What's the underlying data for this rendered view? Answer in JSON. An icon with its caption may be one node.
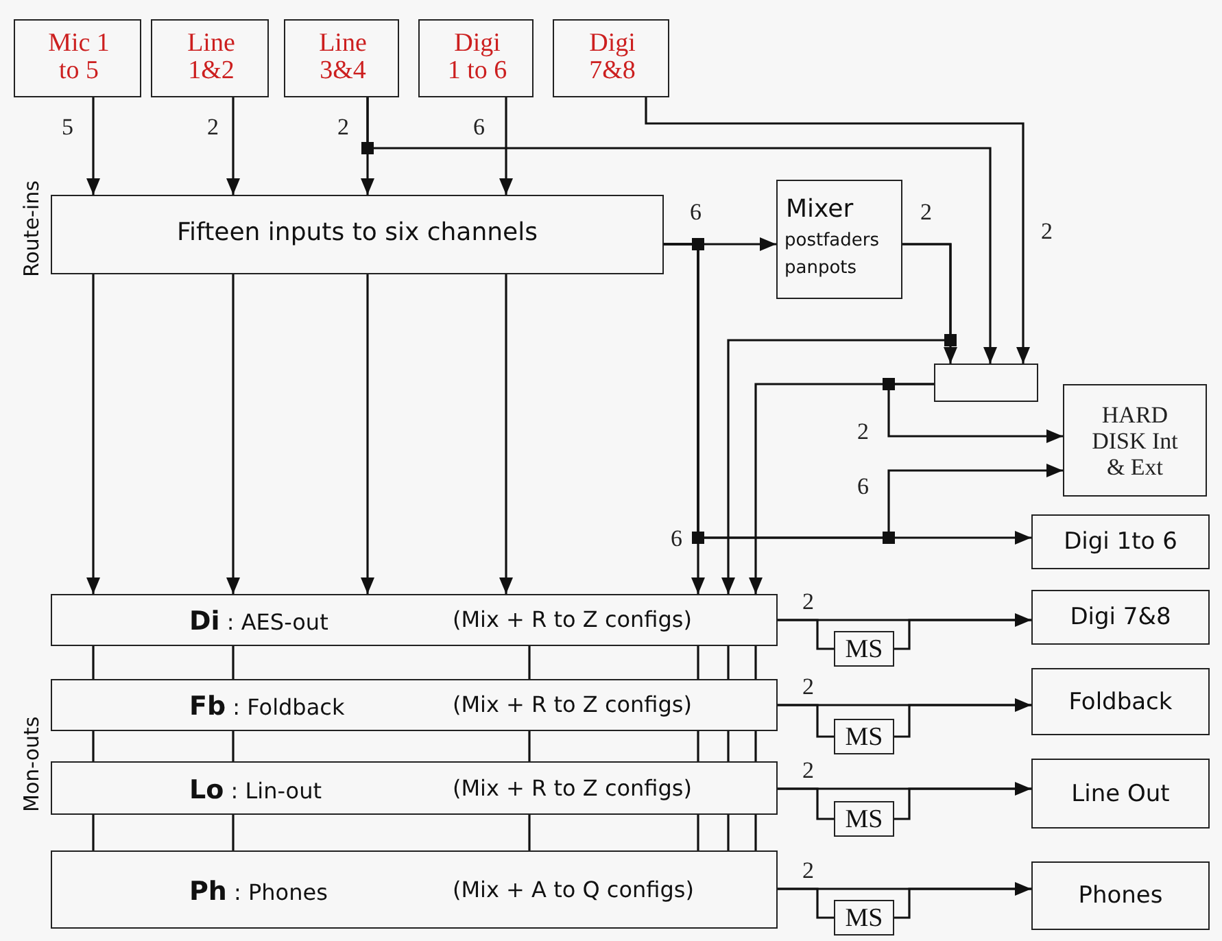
{
  "diagram": {
    "nodes": [
      {
        "text": [
          "Mic 1 to 5"
        ]
      },
      {
        "text": [
          "Line 1&2"
        ]
      },
      {
        "text": [
          "Line 3&4"
        ]
      },
      {
        "text": [
          "Digi 1 to 6"
        ]
      },
      {
        "text": [
          "Digi 7&8"
        ]
      },
      {
        "text": [
          "Fifteen inputs to six channels"
        ]
      },
      {
        "text": [
          "Mixer",
          "postfaders panpots"
        ]
      },
      {
        "text": [],
        "shape": "box"
      },
      {
        "text": [
          "HARD DISK Int & Ext"
        ]
      },
      {
        "text": [
          "Digi 1to 6"
        ]
      },
      {
        "text": [
          "**Di** : AES-out",
          "(Mix + R to Z configs)"
        ]
      },
      {
        "text": [
          "**Fb** : Foldback",
          "(Mix + R to Z configs)"
        ]
      },
      {
        "text": [
          "**Lo** : Lin-out",
          "(Mix + R to Z configs)"
        ]
      },
      {
        "text": [
          "**Ph** : Phones",
          "(Mix + A to Q configs)"
        ]
      },
      {
        "text": [
          "Digi 7&8"
        ]
      },
      {
        "text": [
          "Foldback"
        ]
      },
      {
        "text": [
          "Line Out"
        ]
      },
      {
        "text": [
          "Phones"
        ]
      },
      {
        "text": [
          "MS"
        ]
      },
      {
        "text": [
          "MS"
        ]
      },
      {
        "text": [
          "MS"
        ]
      },
      {
        "text": [
          "MS"
        ]
      }
    ],
    "edges": [
      {
        "from": 0,
        "to": 5,
        "arrow": "to",
        "label": "5"
      },
      {
        "from": 1,
        "to": 5,
        "arrow": "to",
        "label": "2"
      },
      {
        "from": 2,
        "to": 5,
        "arrow": "to",
        "label": "2"
      },
      {
        "from": 3,
        "to": 5,
        "arrow": "to",
        "label": "6"
      },
      {
        "from": 2,
        "to": 7,
        "arrow": "to"
      },
      {
        "from": 4,
        "to": 7,
        "arrow": "to",
        "label": "2"
      },
      {
        "from": 5,
        "to": 6,
        "arrow": "to",
        "label": "6"
      },
      {
        "from": 6,
        "to": 7,
        "arrow": "to",
        "label": "2"
      },
      {
        "from": 6,
        "to": 10,
        "arrow": "to"
      },
      {
        "from": 5,
        "to": 10,
        "arrow": "to"
      },
      {
        "from": 5,
        "to": 9,
        "arrow": "to",
        "label": "6"
      },
      {
        "from": 5,
        "to": 8,
        "arrow": "to",
        "label": "6"
      },
      {
        "from": 7,
        "to": 10,
        "arrow": "to"
      },
      {
        "from": 7,
        "to": 8,
        "arrow": "to",
        "label": "2"
      },
      {
        "from": 5,
        "to": 10,
        "arrow": "to"
      },
      {
        "from": 5,
        "to": 10,
        "arrow": "to"
      },
      {
        "from": 5,
        "to": 10,
        "arrow": "to"
      },
      {
        "from": 5,
        "to": 10,
        "arrow": "to"
      },
      {
        "from": 10,
        "to": 11,
        "arrow": "none"
      },
      {
        "from": 11,
        "to": 12,
        "arrow": "none"
      },
      {
        "from": 12,
        "to": 13,
        "arrow": "none"
      },
      {
        "from": 10,
        "to": 14,
        "arrow": "to",
        "label": "2"
      },
      {
        "from": 10,
        "to": 18,
        "arrow": "none"
      },
      {
        "from": 18,
        "to": 14,
        "arrow": "none"
      },
      {
        "from": 11,
        "to": 15,
        "arrow": "to",
        "label": "2"
      },
      {
        "from": 11,
        "to": 19,
        "arrow": "none"
      },
      {
        "from": 19,
        "to": 15,
        "arrow": "none"
      },
      {
        "from": 12,
        "to": 16,
        "arrow": "to",
        "label": "2"
      },
      {
        "from": 12,
        "to": 20,
        "arrow": "none"
      },
      {
        "from": 20,
        "to": 16,
        "arrow": "none"
      },
      {
        "from": 13,
        "to": 17,
        "arrow": "to",
        "label": "2"
      },
      {
        "from": 13,
        "to": 21,
        "arrow": "none"
      },
      {
        "from": 21,
        "to": 17,
        "arrow": "none"
      }
    ],
    "labels": [
      "Route-ins",
      "Mon-outs"
    ]
  }
}
